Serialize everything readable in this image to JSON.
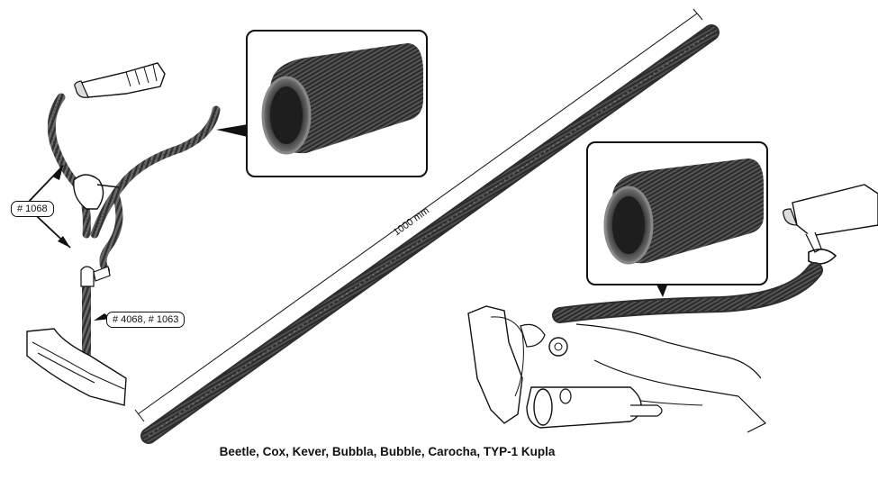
{
  "labels": {
    "part_1068": "# 1068",
    "part_4068_1063": "# 4068, # 1063",
    "length": "1000 mm"
  },
  "caption": "Beetle, Cox, Kever,  Bubbla, Bubble, Carocha, TYP-1 Kupla",
  "colors": {
    "hose": "#3a3a3a",
    "hose_light": "#8a8a8a",
    "line": "#111111",
    "background": "#ffffff"
  }
}
